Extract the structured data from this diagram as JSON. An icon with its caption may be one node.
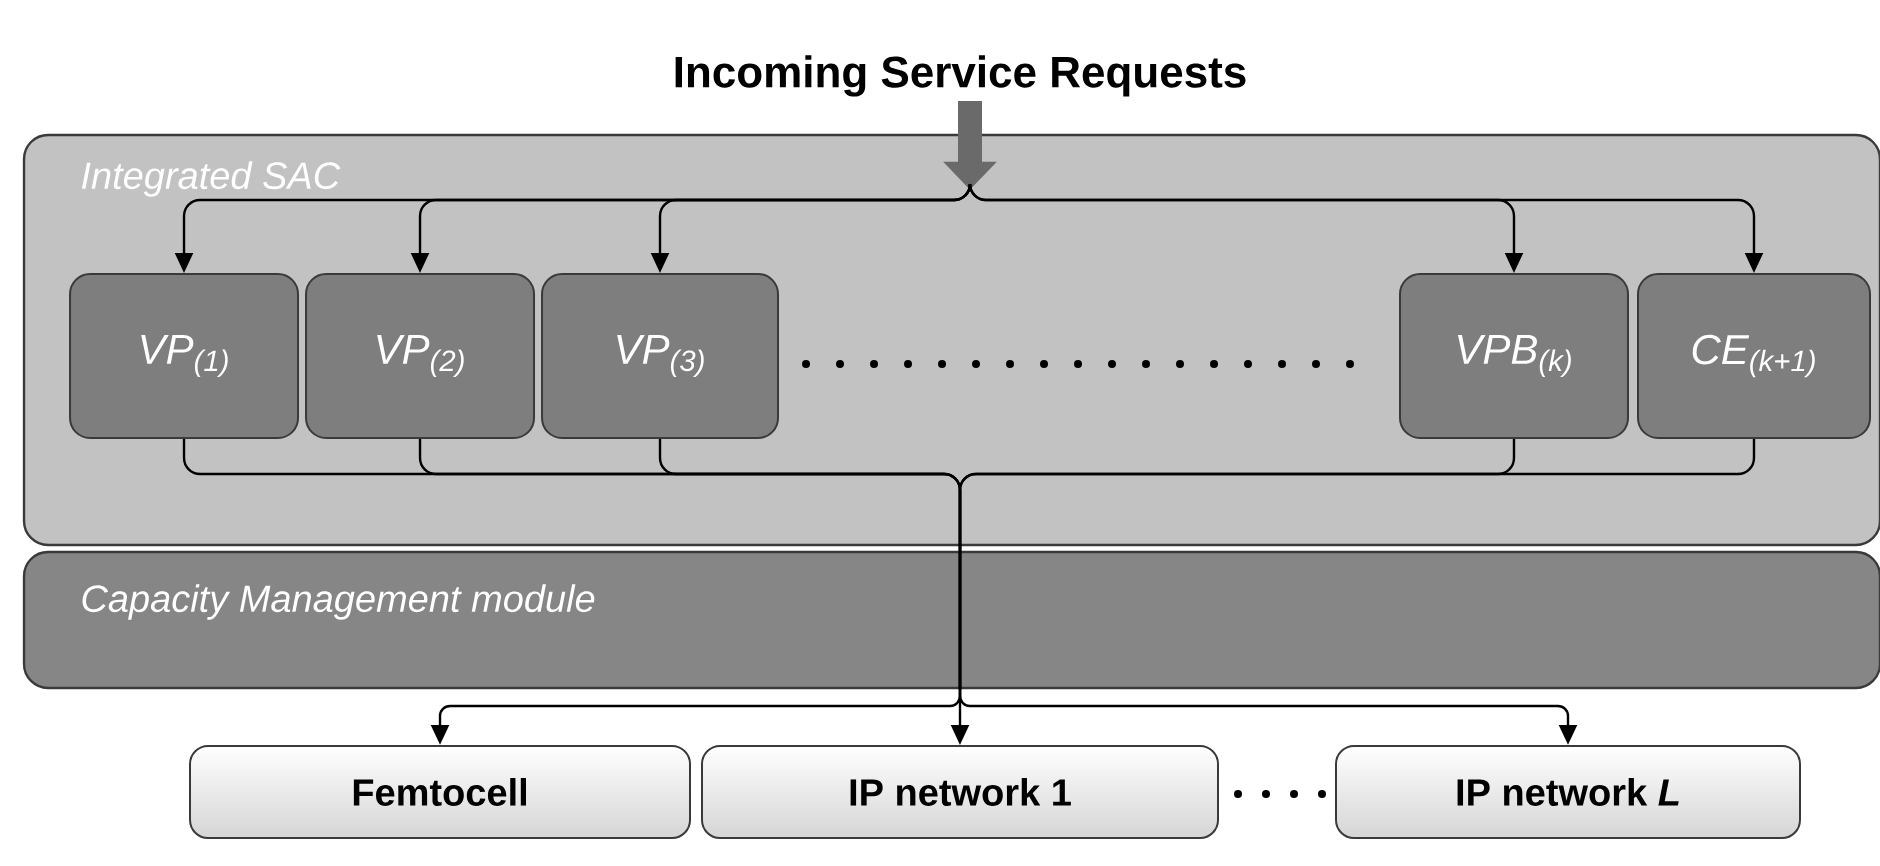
{
  "diagram": {
    "nodes": [
      {
        "text": [
          "Incoming Service Requests"
        ]
      },
      {
        "text": [
          "Integrated SAC"
        ]
      },
      {
        "text": [
          "VP$_{(1)}$"
        ],
        "in": 1
      },
      {
        "text": [
          "VP$_{(2)}$"
        ],
        "in": 1
      },
      {
        "text": [
          "VP$_{(3)}$"
        ],
        "in": 1
      },
      {
        "text": [
          "VPB$_{(k)}$"
        ],
        "in": 1
      },
      {
        "text": [
          "CE$_{(k+1)}$"
        ],
        "in": 1
      },
      {
        "text": [
          "Capacity Management module"
        ]
      },
      {
        "text": [
          "Femtocell"
        ]
      },
      {
        "text": [
          "IP network 1"
        ]
      },
      {
        "text": [
          "IP network *L*"
        ]
      }
    ],
    "edges": [
      {
        "from": 0,
        "to": 1,
        "arrow": "to",
        "style": "thick",
        "color": "#6a6a6a"
      },
      {
        "from": null,
        "to": 2,
        "arrow": "to"
      },
      {
        "from": null,
        "to": 3,
        "arrow": "to"
      },
      {
        "from": null,
        "to": 4,
        "arrow": "to"
      },
      {
        "from": null,
        "to": 5,
        "arrow": "to"
      },
      {
        "from": null,
        "to": 6,
        "arrow": "to"
      },
      {
        "from": 2,
        "to": 7,
        "arrow": "none"
      },
      {
        "from": 3,
        "to": 7,
        "arrow": "none"
      },
      {
        "from": 4,
        "to": 7,
        "arrow": "none"
      },
      {
        "from": 5,
        "to": 7,
        "arrow": "none"
      },
      {
        "from": 6,
        "to": 7,
        "arrow": "none"
      },
      {
        "from": 7,
        "to": 8,
        "arrow": "to"
      },
      {
        "from": 7,
        "to": 9,
        "arrow": "to"
      },
      {
        "from": 7,
        "to": 10,
        "arrow": "to"
      }
    ]
  }
}
